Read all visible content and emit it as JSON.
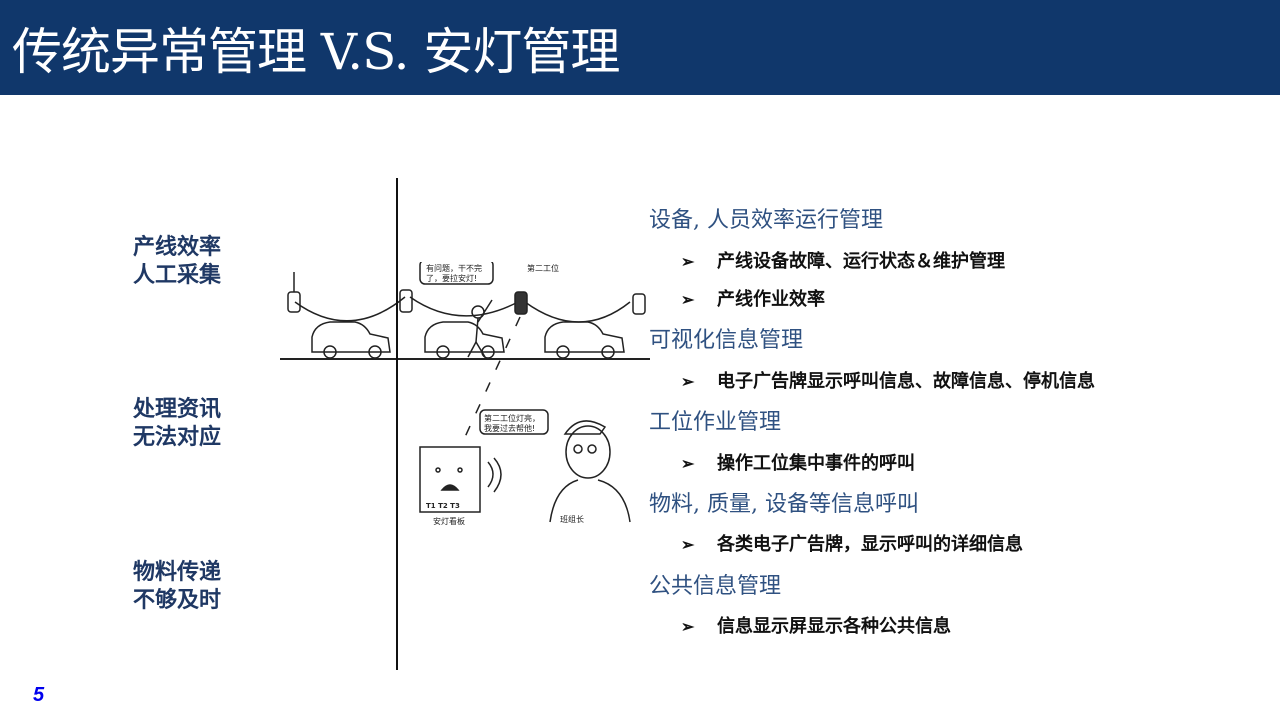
{
  "title": "传统异常管理 V.S. 安灯管理",
  "left_labels": [
    {
      "line1": "产线效率",
      "line2": "人工采集"
    },
    {
      "line1": "处理资讯",
      "line2": "无法对应"
    },
    {
      "line1": "物料传递",
      "line2": "不够及时"
    }
  ],
  "illustration": {
    "worker_bubble": [
      "有问题，干不完",
      "了，要拉安灯!"
    ],
    "station_label": "第二工位",
    "leader_bubble": [
      "第二工位灯亮，",
      "我要过去帮他!"
    ],
    "board_label": "安灯看板",
    "board_slots": "T1 T2 T3",
    "leader_label": "班组长"
  },
  "sections": [
    {
      "heading": "设备, 人员效率运行管理",
      "bullets": [
        "产线设备故障、运行状态＆维护管理",
        "产线作业效率"
      ]
    },
    {
      "heading": "可视化信息管理",
      "bullets": [
        "电子广告牌显示呼叫信息、故障信息、停机信息"
      ]
    },
    {
      "heading": "工位作业管理",
      "bullets": [
        "操作工位集中事件的呼叫"
      ]
    },
    {
      "heading": "物料, 质量, 设备等信息呼叫",
      "bullets": [
        "各类电子广告牌，显示呼叫的详细信息"
      ]
    },
    {
      "heading": "公共信息管理",
      "bullets": [
        "信息显示屏显示各种公共信息"
      ]
    }
  ],
  "bullet_symbol": "➢",
  "page_number": "5"
}
